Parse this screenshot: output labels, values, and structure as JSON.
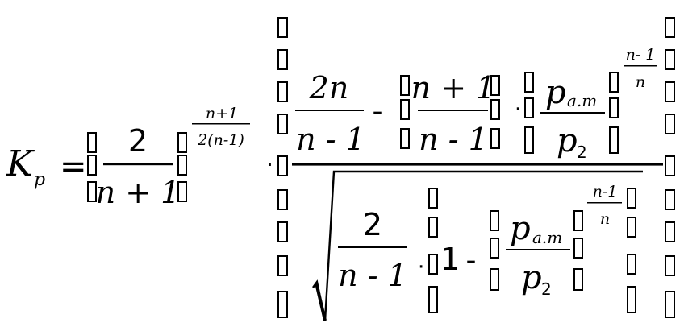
{
  "formula": {
    "lhs_symbol": "K",
    "lhs_subscript": "p",
    "equals": "=",
    "first_fraction": {
      "numerator": "2",
      "denominator": "n + 1"
    },
    "first_exponent": {
      "numerator": "n+1",
      "denominator": "2(n-1)"
    },
    "dot": "·",
    "top_term1": {
      "numerator": "2n",
      "denominator": "n - 1"
    },
    "minus": "-",
    "top_term2": {
      "numerator": "n + 1",
      "denominator": "n - 1"
    },
    "top_ratio": {
      "p": "p",
      "p_subscript": "a.m",
      "q": "p",
      "q_subscript": "2"
    },
    "top_exponent": {
      "numerator": "n- 1",
      "denominator": "n"
    },
    "bottom_term1": {
      "numerator": "2",
      "denominator": "n - 1"
    },
    "one": "1",
    "bottom_ratio": {
      "p": "p",
      "p_subscript": "a.m",
      "q": "p",
      "q_subscript": "2"
    },
    "bottom_exponent": {
      "numerator": "n-1",
      "denominator": "n"
    }
  },
  "colors": {
    "ink": "#000000",
    "background": "#ffffff"
  }
}
